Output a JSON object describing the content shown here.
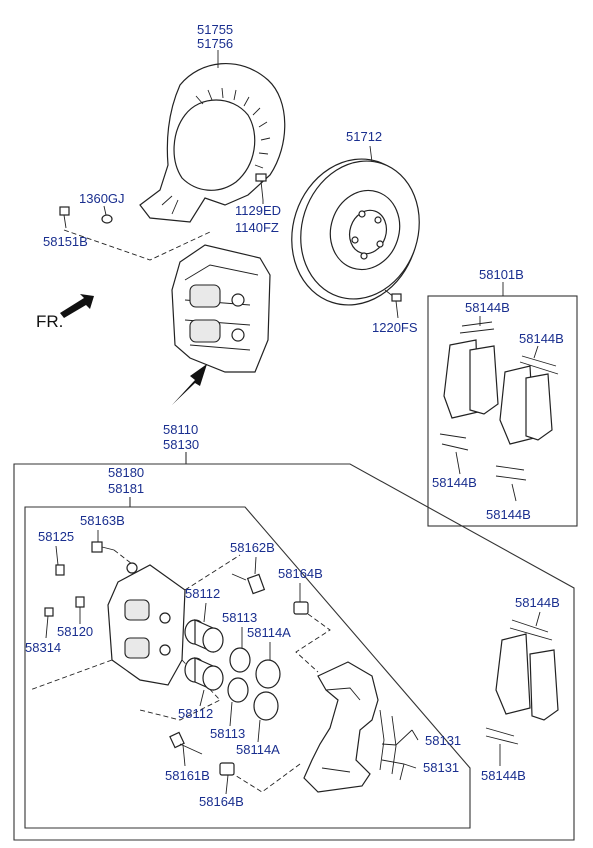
{
  "labels": {
    "p51755": "51755",
    "p51756": "51756",
    "p51712": "51712",
    "p1360gj": "1360GJ",
    "p58151b": "58151B",
    "p1129ed": "1129ED",
    "p1140fz": "1140FZ",
    "p58101b": "58101B",
    "p58144b_top_left": "58144B",
    "p58144b_top_right": "58144B",
    "p58144b_mid_left": "58144B",
    "p58144b_mid_right": "58144B",
    "p1220fs": "1220FS",
    "fr": "FR.",
    "p58110": "58110",
    "p58130": "58130",
    "p58180": "58180",
    "p58181": "58181",
    "p58163b": "58163B",
    "p58125": "58125",
    "p58162b": "58162B",
    "p58164b_top": "58164B",
    "p58112_top": "58112",
    "p58113_top": "58113",
    "p58114a_top": "58114A",
    "p58120": "58120",
    "p58314": "58314",
    "p58112_bottom": "58112",
    "p58113_bottom": "58113",
    "p58114a_bottom": "58114A",
    "p58131_top": "58131",
    "p58131_bottom": "58131",
    "p58161b": "58161B",
    "p58164b_bottom": "58164B",
    "p58144b_lower_top": "58144B",
    "p58144b_lower_bottom": "58144B"
  }
}
